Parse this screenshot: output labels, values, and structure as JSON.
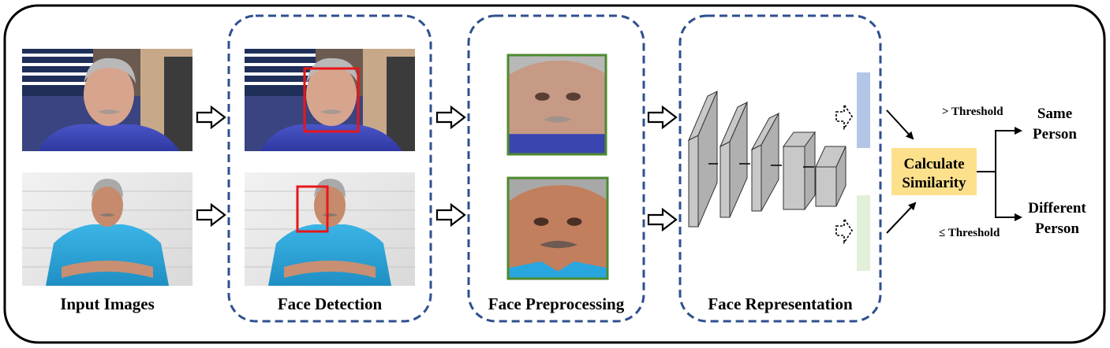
{
  "stages": {
    "input": "Input Images",
    "detection": "Face Detection",
    "preprocessing": "Face Preprocessing",
    "representation": "Face Representation"
  },
  "similarity_box": {
    "line1": "Calculate",
    "line2": "Similarity"
  },
  "thresholds": {
    "above": "> Threshold",
    "below": "≤ Threshold"
  },
  "outcomes": {
    "same": {
      "line1": "Same",
      "line2": "Person"
    },
    "different": {
      "line1": "Different",
      "line2": "Person"
    }
  },
  "colors": {
    "stage_border": "#2f4f8f",
    "face_box": "#e8161b",
    "crop_border": "#4e8a2f",
    "similarity_fill": "#fde08c",
    "embedding_top": "#b4c6e7",
    "embedding_bottom": "#e2efd9",
    "cnn_block": "#c8c8c8"
  }
}
